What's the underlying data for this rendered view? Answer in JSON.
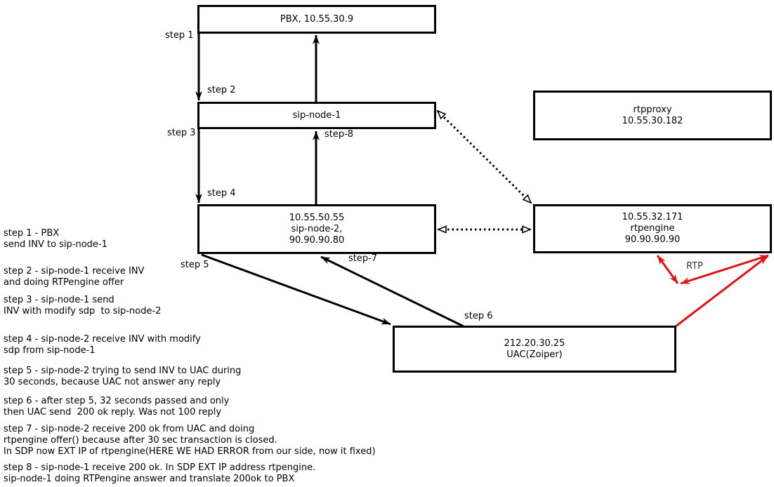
{
  "colors": {
    "line": "#000000",
    "rtp_flow": "#e51212",
    "rtp_label": "#3a3a3a",
    "background": "#ffffff"
  },
  "nodes": {
    "pbx": "PBX, 10.55.30.9",
    "sip_node_1": "sip-node-1",
    "sip_node_2": "10.55.50.55\nsip-node-2,\n90.90.90.80",
    "rtpproxy": "rtpproxy\n10.55.30.182",
    "rtpengine": "10.55.32.171\nrtpengine\n90.90.90.90",
    "uac": "212.20.30.25\nUAC(Zoiper)"
  },
  "labels": {
    "step1": "step 1",
    "step2": "step 2",
    "step3": "step 3",
    "step4": "step 4",
    "step5": "step 5",
    "step6": "step 6",
    "step7": "step-7",
    "step8": "step-8",
    "rtp": "RTP"
  },
  "notes": [
    "step 1 - PBX\nsend INV to sip-node-1",
    "step 2 - sip-node-1 receive INV\nand doing RTPengine offer",
    "step 3 - sip-node-1 send\nINV with modify sdp  to sip-node-2",
    "step 4 - sip-node-2 receive INV with modify\nsdp from sip-node-1",
    "step 5 - sip-node-2 trying to send INV to UAC during\n30 seconds, because UAC not answer any reply",
    "step 6 - after step 5, 32 seconds passed and only\nthen UAC send  200 ok reply. Was not 100 reply",
    "step 7 - sip-node-2 receive 200 ok from UAC and doing\nrtpengine offer() because after 30 sec transaction is closed.\nIn SDP now EXT IP of rtpengine(HERE WE HAD ERROR from our side, now it fixed)",
    "step 8 - sip-node-1 receive 200 ok. In SDP EXT IP address rtpengine.\nsip-node-1 doing RTPengine answer and translate 200ok to PBX"
  ]
}
